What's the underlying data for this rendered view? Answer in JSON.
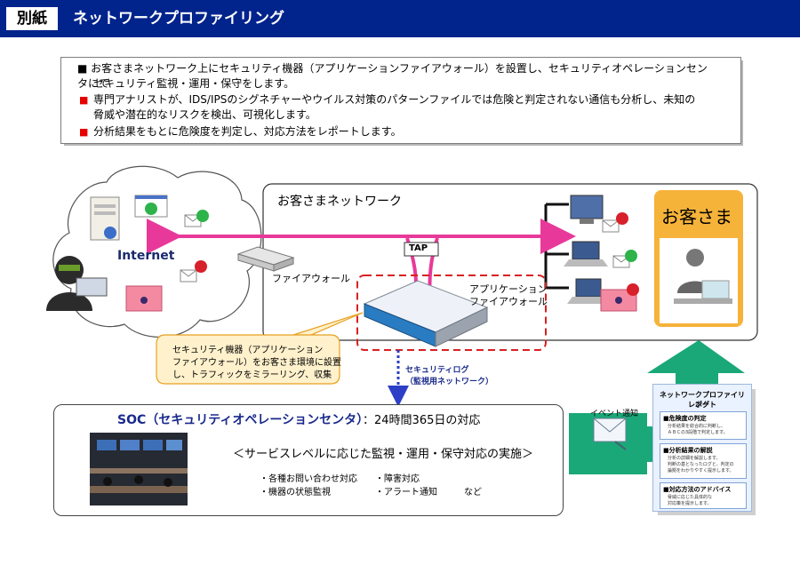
{
  "header": {
    "tag": "別紙",
    "title": "ネットワークプロファイリング"
  },
  "intro": {
    "bullets": [
      "■ お客さまネットワーク上にセキュリティ機器（アプリケーションファイアウォール）を設置し、セキュリティオペレーションセンタにて",
      "セキュリティ監視・運用・保守をします。",
      "専門アナリストが、IDS/IPSのシグネチャーやウイルス対策のパターンファイルでは危険と判定されない通信も分析し、未知の",
      "脅威や潜在的なリスクを検出、可視化します。",
      "分析結果をもとに危険度を判定し、対応方法をレポートします。"
    ]
  },
  "labels": {
    "internet": "Internet",
    "customer_network": "お客さまネットワーク",
    "customer": "お客さま",
    "tap": "TAP",
    "firewall": "ファイアウォール",
    "app_firewall_1": "アプリケーション",
    "app_firewall_2": "ファイアウォール",
    "callout_1": "セキュリティ機器（アプリケーション",
    "callout_2": "ファイアウォール）をお客さま環境に設置",
    "callout_3": "し、トラフィックをミラーリング、収集",
    "seclog_1": "セキュリティログ",
    "seclog_2": "（監視用ネットワーク）",
    "event_notice": "イベント通知"
  },
  "soc": {
    "title": "SOC（セキュリティオペレーションセンタ）",
    "subtitle": "：24時間365日の対応",
    "service": "＜サービスレベルに応じた監視・運用・保守対応の実施＞",
    "items_row1": "・各種お問い合わせ対応　　・障害対応",
    "items_row2": "・機器の状態監視　　　　　・アラート通知　　　など"
  },
  "report": {
    "title_1": "ネットワークプロファイリング",
    "title_2": "レポート",
    "sections": [
      {
        "title": "■危険度の判定",
        "body_1": "分析結果を総合的に判断し、",
        "body_2": "ＡＢＣの3段階で判定します。"
      },
      {
        "title": "■分析結果の解説",
        "body_1": "分析の詳細を解説します。",
        "body_2": "判断の基となったログと、判定の",
        "body_3": "論拠をわかりやすく提示します。"
      },
      {
        "title": "■対応方法のアドバイス",
        "body_1": "脅威に応じた具体的な",
        "body_2": "対応策を提示します。"
      }
    ]
  },
  "colors": {
    "header": "#00238c",
    "traffic": "#e8399a",
    "accent_red": "#e60000",
    "arrow_green": "#1aa878",
    "customer_bg": "#f3b23a",
    "dashed": "#d82020"
  }
}
